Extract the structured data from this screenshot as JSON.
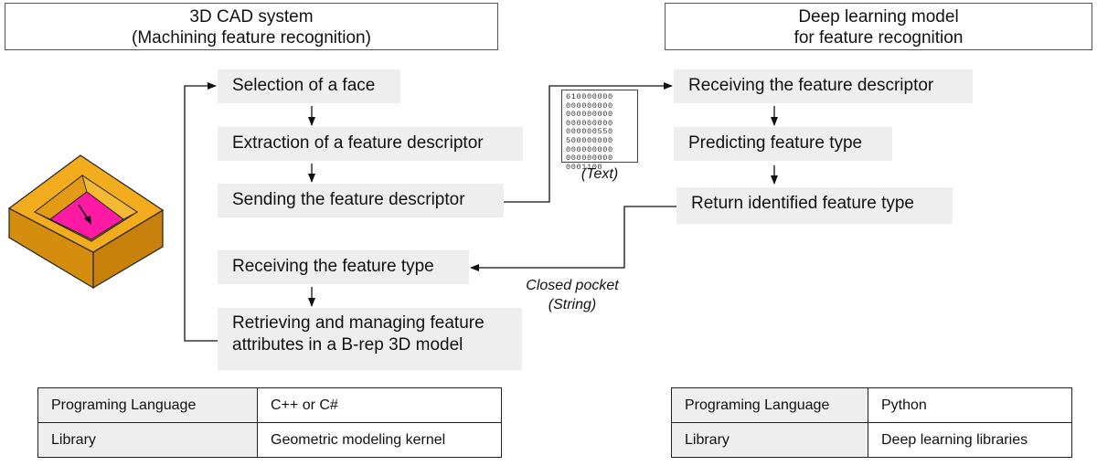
{
  "cad": {
    "header_line1": "3D CAD system",
    "header_line2": "(Machining feature recognition)",
    "steps": {
      "select_face": "Selection of a face",
      "extract": "Extraction of a feature descriptor",
      "send": "Sending the feature descriptor",
      "receive_type": "Receiving the feature type",
      "retrieve_line1": "Retrieving and managing  feature",
      "retrieve_line2": "attributes in a B-rep 3D model"
    },
    "table": [
      {
        "key": "Programing Language",
        "value": "C++ or C#"
      },
      {
        "key": "Library",
        "value": "Geometric modeling kernel"
      }
    ]
  },
  "dl": {
    "header_line1": "Deep learning model",
    "header_line2": "for feature recognition",
    "steps": {
      "receive_descriptor": "Receiving the feature descriptor",
      "predict": "Predicting feature type",
      "return_type": "Return identified feature type"
    },
    "table": [
      {
        "key": "Programing Language",
        "value": "Python"
      },
      {
        "key": "Library",
        "value": "Deep learning libraries"
      }
    ]
  },
  "descriptor_matrix": {
    "rows": [
      "610000000",
      "000000000",
      "000000000",
      "000000000",
      "000000550",
      "500000000",
      "000000000",
      "000000000",
      "0001100"
    ],
    "caption": "(Text)"
  },
  "result": {
    "line1": "Closed pocket",
    "line2": "(String)"
  },
  "colors": {
    "part_body": "#f2ac1e",
    "part_face": "#ff1aa3",
    "step_bg": "#eeeeee"
  }
}
